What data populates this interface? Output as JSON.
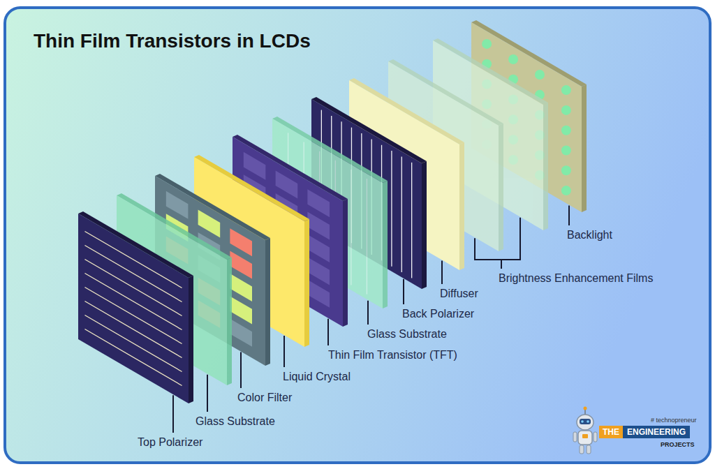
{
  "diagram": {
    "title": "Thin Film Transistors in LCDs",
    "labels": [
      "Top Polarizer",
      "Glass Substrate",
      "Color Filter",
      "Liquid Crystal",
      "Thin Film Transistor (TFT)",
      "Glass Substrate",
      "Back Polarizer",
      "Diffuser",
      "Brightness Enhancement Films",
      "Backlight",
      "# technopreneur",
      "THE",
      "ENGINEERING",
      "PROJECTS"
    ]
  }
}
